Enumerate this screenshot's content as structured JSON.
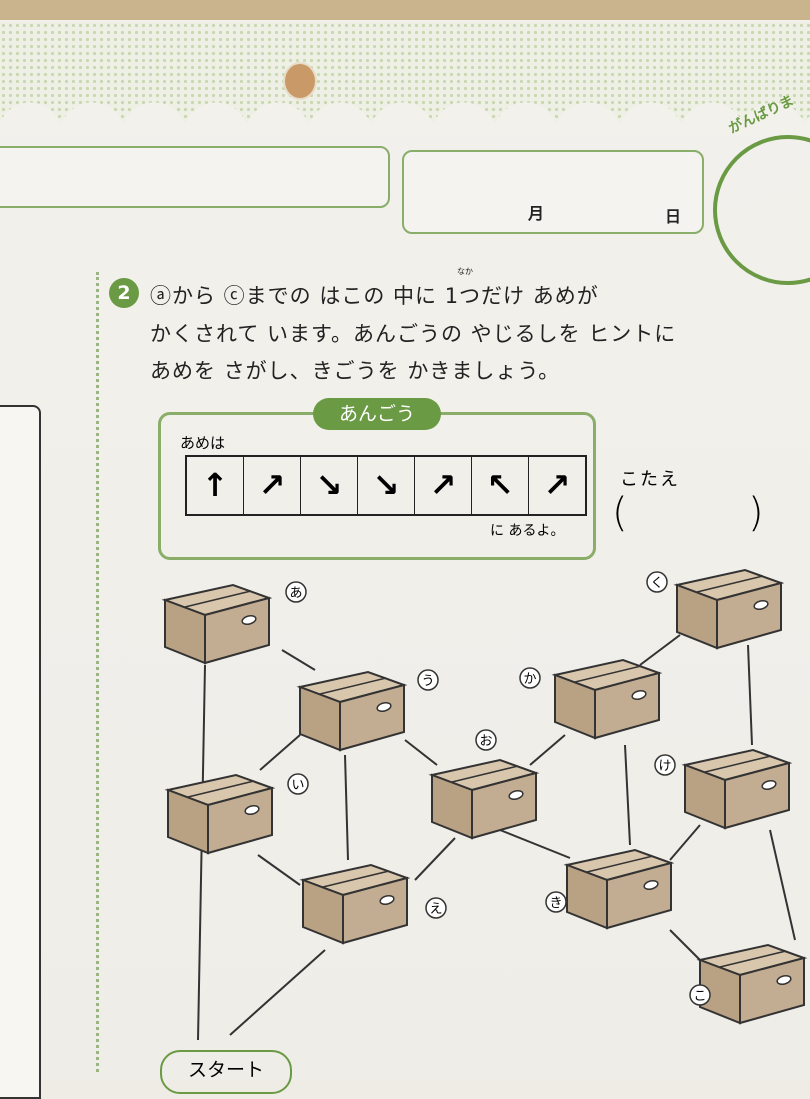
{
  "header": {
    "month_label": "月",
    "day_label": "日",
    "badge_text": "がんばりま"
  },
  "question": {
    "number": "2",
    "ruby": "なか",
    "lines": [
      "ⓐから ⓒまでの はこの 中に 1つだけ あめが",
      "かくされて います。あんごうの やじるしを ヒントに",
      "あめを さがし、きごうを かきましょう。"
    ]
  },
  "hint": {
    "title": "あんごう",
    "prefix": "あめは",
    "suffix": "に あるよ。",
    "arrows": [
      "↑",
      "↗",
      "↘",
      "↘",
      "↗",
      "↖",
      "↗"
    ]
  },
  "answer": {
    "label": "こたえ",
    "open": "(",
    "close": ")"
  },
  "boxes": [
    {
      "label": "あ"
    },
    {
      "label": "う"
    },
    {
      "label": "い"
    },
    {
      "label": "え"
    },
    {
      "label": "お"
    },
    {
      "label": "か"
    },
    {
      "label": "く"
    },
    {
      "label": "け"
    },
    {
      "label": "き"
    },
    {
      "label": "こ"
    }
  ],
  "start_label": "スタート",
  "colors": {
    "accent": "#6a9a44",
    "box": "#c3ad92"
  }
}
